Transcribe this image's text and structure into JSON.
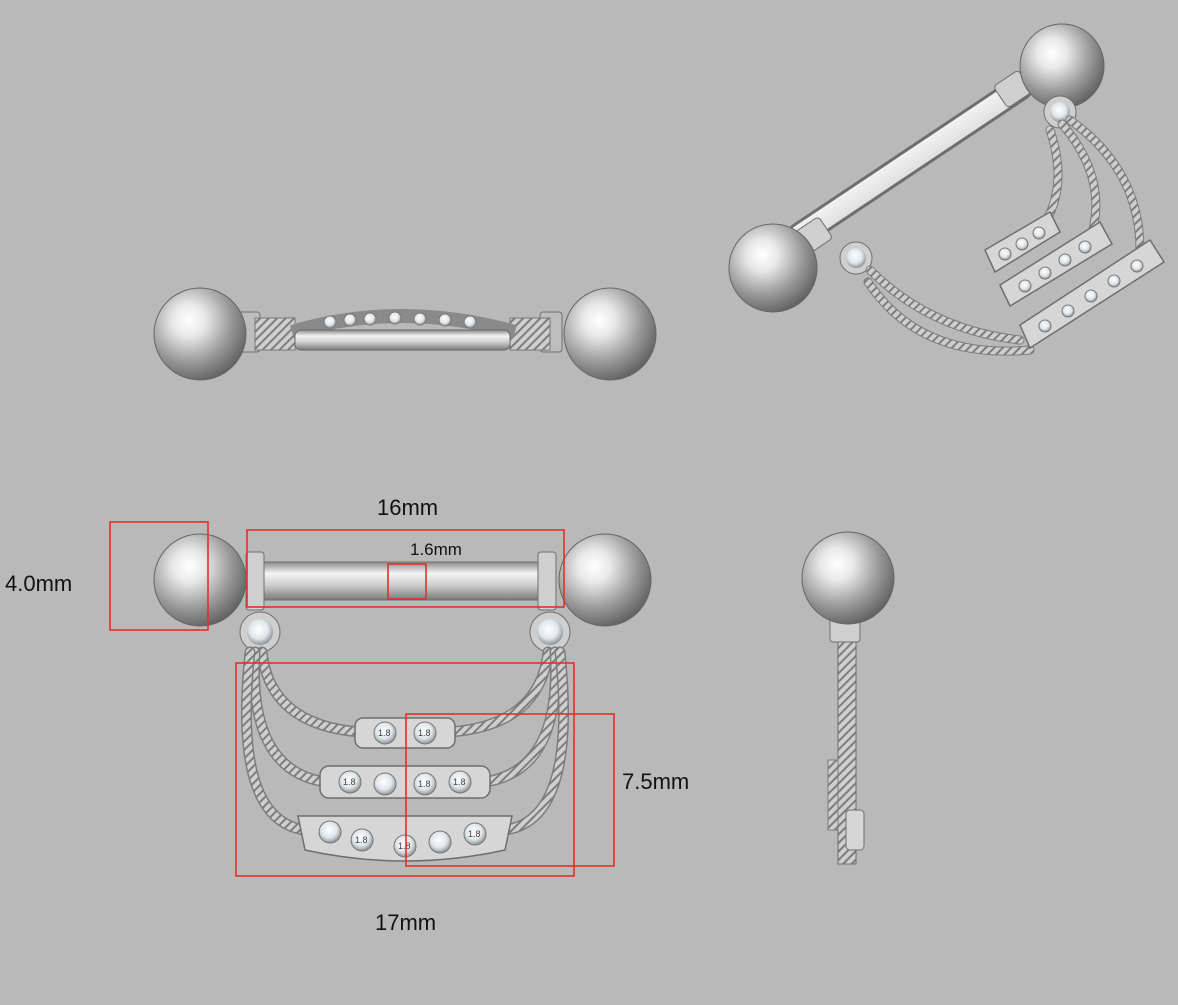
{
  "dimensions": {
    "bar_length": "16mm",
    "bar_gauge": "1.6mm",
    "ball_size": "4.0mm",
    "chain_drop": "7.5mm",
    "total_width": "17mm"
  },
  "stone_labels": [
    "1.8"
  ],
  "colors": {
    "background": "#b9b9b9",
    "metal": "#d9d9d9",
    "metal_dark": "#6e6e6e",
    "callout": "#e0302a"
  }
}
